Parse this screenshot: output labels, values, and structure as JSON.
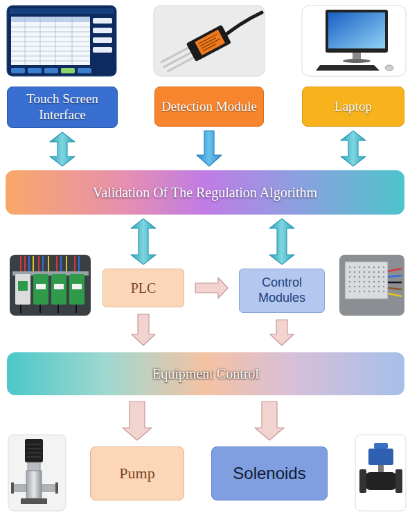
{
  "diagram": {
    "nodes": [
      {
        "text": [
          "Touch Screen Interface"
        ]
      },
      {
        "text": [
          "Detection Module"
        ]
      },
      {
        "text": [
          "Laptop"
        ]
      },
      {
        "text": [
          "Validation Of The Regulation Algorithm"
        ]
      },
      {
        "text": [
          "PLC"
        ]
      },
      {
        "text": [
          "Control Modules"
        ]
      },
      {
        "text": [
          "Equipment Control"
        ]
      },
      {
        "text": [
          "Pump"
        ]
      },
      {
        "text": [
          "Solenoids"
        ]
      }
    ],
    "edges": [
      {
        "from": 0,
        "to": 3,
        "arrow": "both"
      },
      {
        "from": 1,
        "to": 3,
        "arrow": "to"
      },
      {
        "from": 2,
        "to": 3,
        "arrow": "both"
      },
      {
        "from": 3,
        "to": 4,
        "arrow": "both"
      },
      {
        "from": 3,
        "to": 5,
        "arrow": "both"
      },
      {
        "from": 4,
        "to": 5,
        "arrow": "to"
      },
      {
        "from": 4,
        "to": 6,
        "arrow": "to"
      },
      {
        "from": 5,
        "to": 6,
        "arrow": "to"
      },
      {
        "from": 6,
        "to": 7,
        "arrow": "to"
      },
      {
        "from": 6,
        "to": 8,
        "arrow": "to"
      }
    ]
  }
}
